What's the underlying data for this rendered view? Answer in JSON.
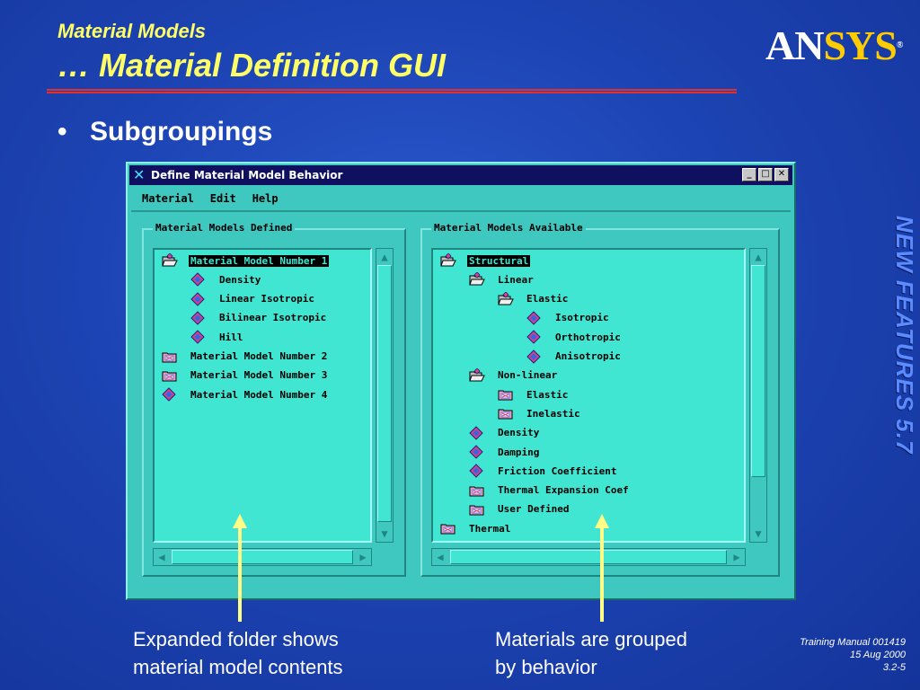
{
  "slide": {
    "subtitle": "Material Models",
    "title": "… Material Definition GUI",
    "bullet": "Subgroupings",
    "side_banner": "NEW FEATURES 5.7",
    "logo_an": "AN",
    "logo_sys": "SYS",
    "logo_reg": "®",
    "caption_left_1": "Expanded folder shows",
    "caption_left_2": "material model contents",
    "caption_right_1": "Materials are grouped",
    "caption_right_2": "by behavior",
    "footer_1": "Training Manual 001419",
    "footer_2": "15 Aug 2000",
    "footer_3": "3.2-5",
    "colors": {
      "title": "#ffff66",
      "rule": "#e03030",
      "arrow": "#ffff88",
      "logo_accent": "#ffcc00"
    }
  },
  "dialog": {
    "title": "Define Material Model Behavior",
    "window_buttons": {
      "minimize": "_",
      "maximize": "□",
      "close": "✕"
    },
    "menu": [
      "Material",
      "Edit",
      "Help"
    ],
    "defined": {
      "label": "Material Models Defined",
      "items": [
        {
          "label": "Material Model Number 1",
          "icon": "open-folder-icon"
        },
        {
          "label": "Density",
          "icon": "diamond-icon"
        },
        {
          "label": "Linear Isotropic",
          "icon": "diamond-icon"
        },
        {
          "label": "Bilinear Isotropic",
          "icon": "diamond-icon"
        },
        {
          "label": "Hill",
          "icon": "diamond-icon"
        },
        {
          "label": "Material Model Number 2",
          "icon": "closed-folder-icon"
        },
        {
          "label": "Material Model Number 3",
          "icon": "closed-folder-icon"
        },
        {
          "label": "Material Model Number 4",
          "icon": "diamond-icon"
        }
      ]
    },
    "available": {
      "label": "Material Models Available",
      "items": [
        {
          "label": "Structural",
          "icon": "open-folder-icon"
        },
        {
          "label": "Linear",
          "icon": "open-folder-icon"
        },
        {
          "label": "Elastic",
          "icon": "open-folder-icon"
        },
        {
          "label": "Isotropic",
          "icon": "diamond-icon"
        },
        {
          "label": "Orthotropic",
          "icon": "diamond-icon"
        },
        {
          "label": "Anisotropic",
          "icon": "diamond-icon"
        },
        {
          "label": "Non-linear",
          "icon": "open-folder-icon"
        },
        {
          "label": "Elastic",
          "icon": "closed-folder-icon"
        },
        {
          "label": "Inelastic",
          "icon": "closed-folder-icon"
        },
        {
          "label": "Density",
          "icon": "diamond-icon"
        },
        {
          "label": "Damping",
          "icon": "diamond-icon"
        },
        {
          "label": "Friction Coefficient",
          "icon": "diamond-icon"
        },
        {
          "label": "Thermal Expansion Coef",
          "icon": "closed-folder-icon"
        },
        {
          "label": "User Defined",
          "icon": "closed-folder-icon"
        },
        {
          "label": "Thermal",
          "icon": "closed-folder-icon"
        }
      ]
    }
  }
}
